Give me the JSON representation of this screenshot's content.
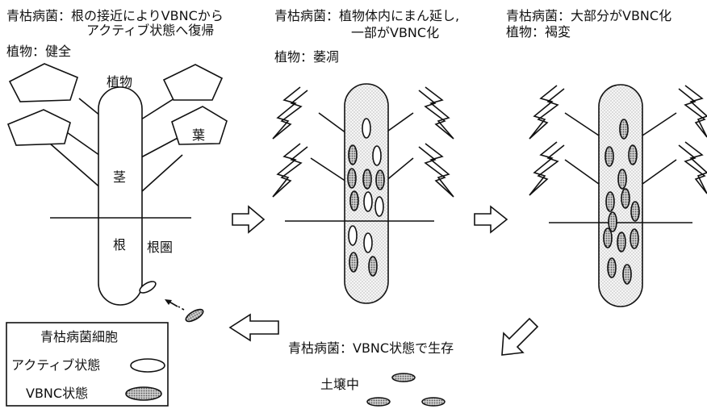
{
  "stage1": {
    "line1": "青枯病菌：根の接近によりVBNCから",
    "line2": "アクティブ状態へ復帰",
    "line3": "植物：健全"
  },
  "stage2": {
    "line1": "青枯病菌：植物体内にまん延し,",
    "line2": "一部がVBNC化",
    "line3": "植物：萎凋"
  },
  "stage3": {
    "line1": "青枯病菌：大部分がVBNC化",
    "line2": "植物：褐変"
  },
  "plant_labels": {
    "plant": "植物",
    "leaf": "葉",
    "stem": "茎",
    "root": "根",
    "rhizosphere": "根圏"
  },
  "soil": {
    "status": "青枯病菌：VBNC状態で生存",
    "label": "土壌中"
  },
  "legend": {
    "title": "青枯病菌細胞",
    "active": "アクティブ状態",
    "vbnc": "VBNC状態"
  },
  "colors": {
    "ink": "#111111",
    "cell_fill": "#9a9a9a",
    "stipple_bg": "#f4f4f4"
  }
}
